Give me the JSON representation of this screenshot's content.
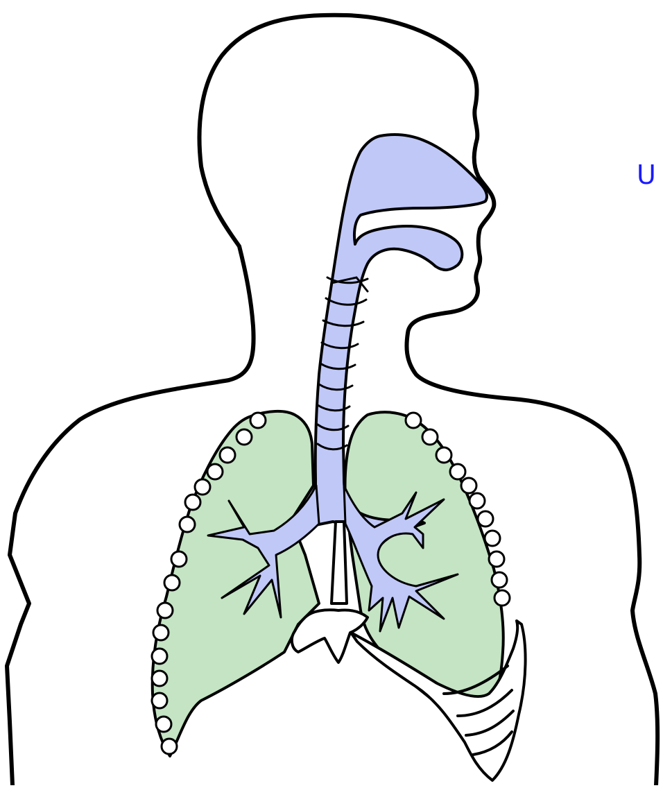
{
  "labels": {
    "edge_label": "U"
  },
  "colors": {
    "outline": "#000000",
    "airway": "#c0c8f8",
    "lung": "#c4e4c4",
    "bone": "#ffffff",
    "label": "#1a1aff"
  },
  "parts": {
    "body": "body-silhouette",
    "airway": "upper-airway",
    "lungs": [
      "left-lung",
      "right-lung"
    ],
    "bronchi": [
      "left-bronchial-tree",
      "right-bronchial-tree"
    ],
    "bones": [
      "sternum",
      "ribcage"
    ]
  }
}
